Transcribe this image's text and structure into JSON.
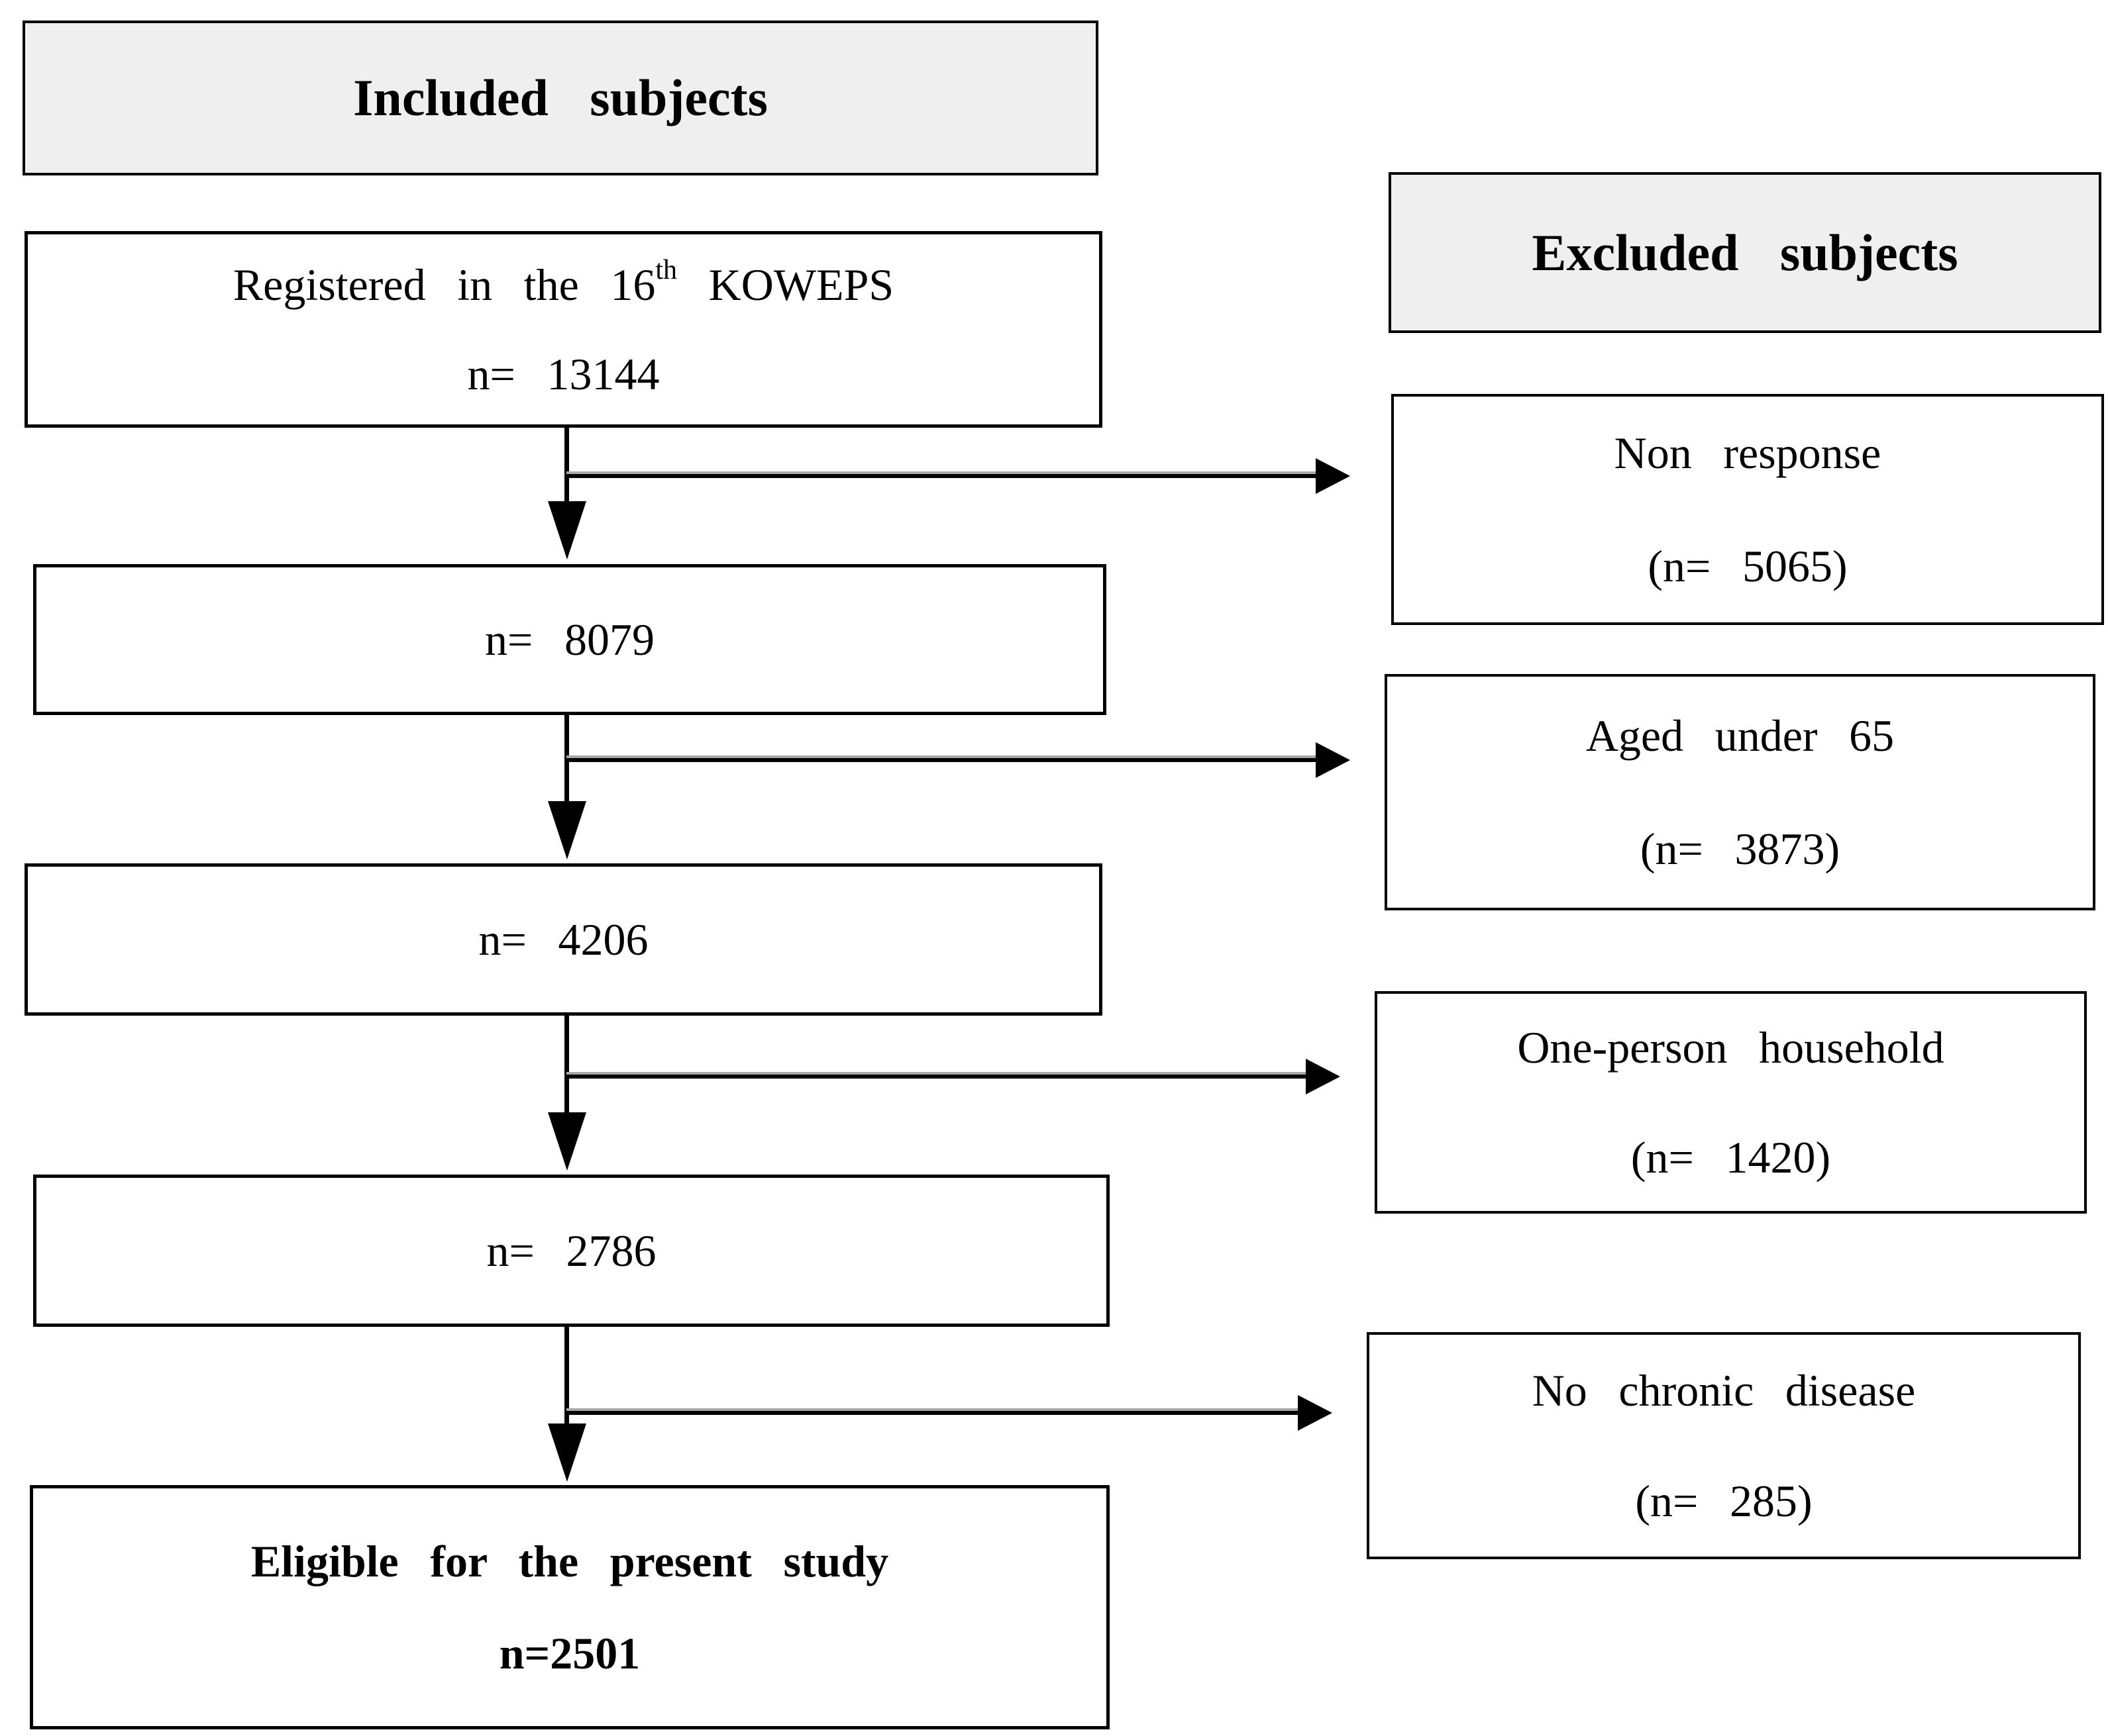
{
  "colors": {
    "background": "#ffffff",
    "header_fill": "#f0eff0",
    "border": "#000000",
    "connector": "#000000",
    "connector_shadow": "#a8a8a8",
    "text": "#000000"
  },
  "included": {
    "header": "Included subjects"
  },
  "excluded": {
    "header": "Excluded subjects"
  },
  "flow_boxes": [
    {
      "name": "registered",
      "line1_prefix": "Registered in the 16",
      "line1_sup": "th",
      "line1_suffix": " KOWEPS",
      "line2": "n= 13144"
    },
    {
      "name": "after-nonresponse",
      "line1": "n= 8079"
    },
    {
      "name": "after-aged-under-65",
      "line1": "n= 4206"
    },
    {
      "name": "after-one-person-household",
      "line1": "n= 2786"
    },
    {
      "name": "eligible",
      "line1": "Eligible for the present study",
      "line2": "n=2501"
    }
  ],
  "exclusion_boxes": [
    {
      "label": "Non response",
      "count": "(n= 5065)"
    },
    {
      "label": "Aged under 65",
      "count": "(n= 3873)"
    },
    {
      "label": "One-person household",
      "count": "(n= 1420)"
    },
    {
      "label": "No chronic disease",
      "count": "(n= 285)"
    }
  ]
}
